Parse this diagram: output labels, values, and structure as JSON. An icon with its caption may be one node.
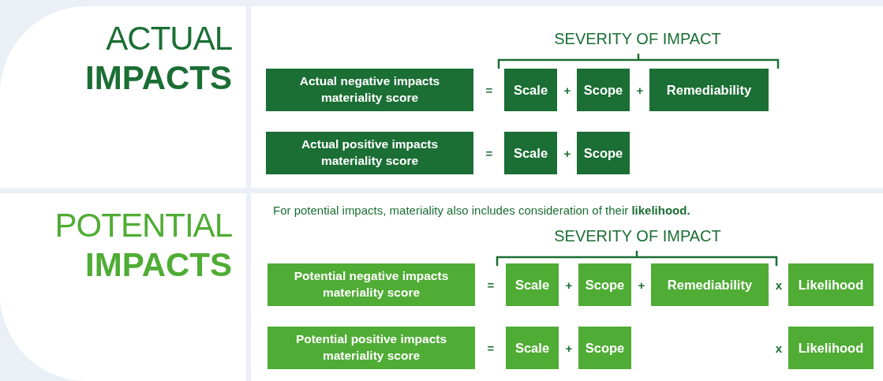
{
  "diagram": {
    "nodes": [
      {
        "text": [
          "ACTUAL",
          "IMPACTS"
        ]
      },
      {
        "text": [
          "Actual negative impacts materiality score"
        ]
      },
      {
        "text": [
          "Scale"
        ]
      },
      {
        "text": [
          "Scope"
        ]
      },
      {
        "text": [
          "Remediability"
        ]
      },
      {
        "text": [
          "Actual positive impacts materiality score"
        ]
      },
      {
        "text": [
          "Scale"
        ]
      },
      {
        "text": [
          "Scope"
        ]
      },
      {
        "text": [
          "POTENTIAL",
          "IMPACTS"
        ]
      },
      {
        "text": [
          "Potential negative impacts materiality score"
        ]
      },
      {
        "text": [
          "Scale"
        ]
      },
      {
        "text": [
          "Scope"
        ]
      },
      {
        "text": [
          "Remediability"
        ]
      },
      {
        "text": [
          "Likelihood"
        ]
      },
      {
        "text": [
          "Potential positive impacts materiality score"
        ]
      },
      {
        "text": [
          "Scale"
        ]
      },
      {
        "text": [
          "Scope"
        ]
      },
      {
        "text": [
          "Likelihood"
        ]
      }
    ],
    "labels": [
      "SEVERITY OF IMPACT",
      "=",
      "+",
      "+",
      "=",
      "+",
      "For potential impacts, materiality also includes consideration of their **likelihood.**",
      "SEVERITY OF IMPACT",
      "=",
      "+",
      "+",
      "x",
      "=",
      "+",
      "x"
    ]
  }
}
